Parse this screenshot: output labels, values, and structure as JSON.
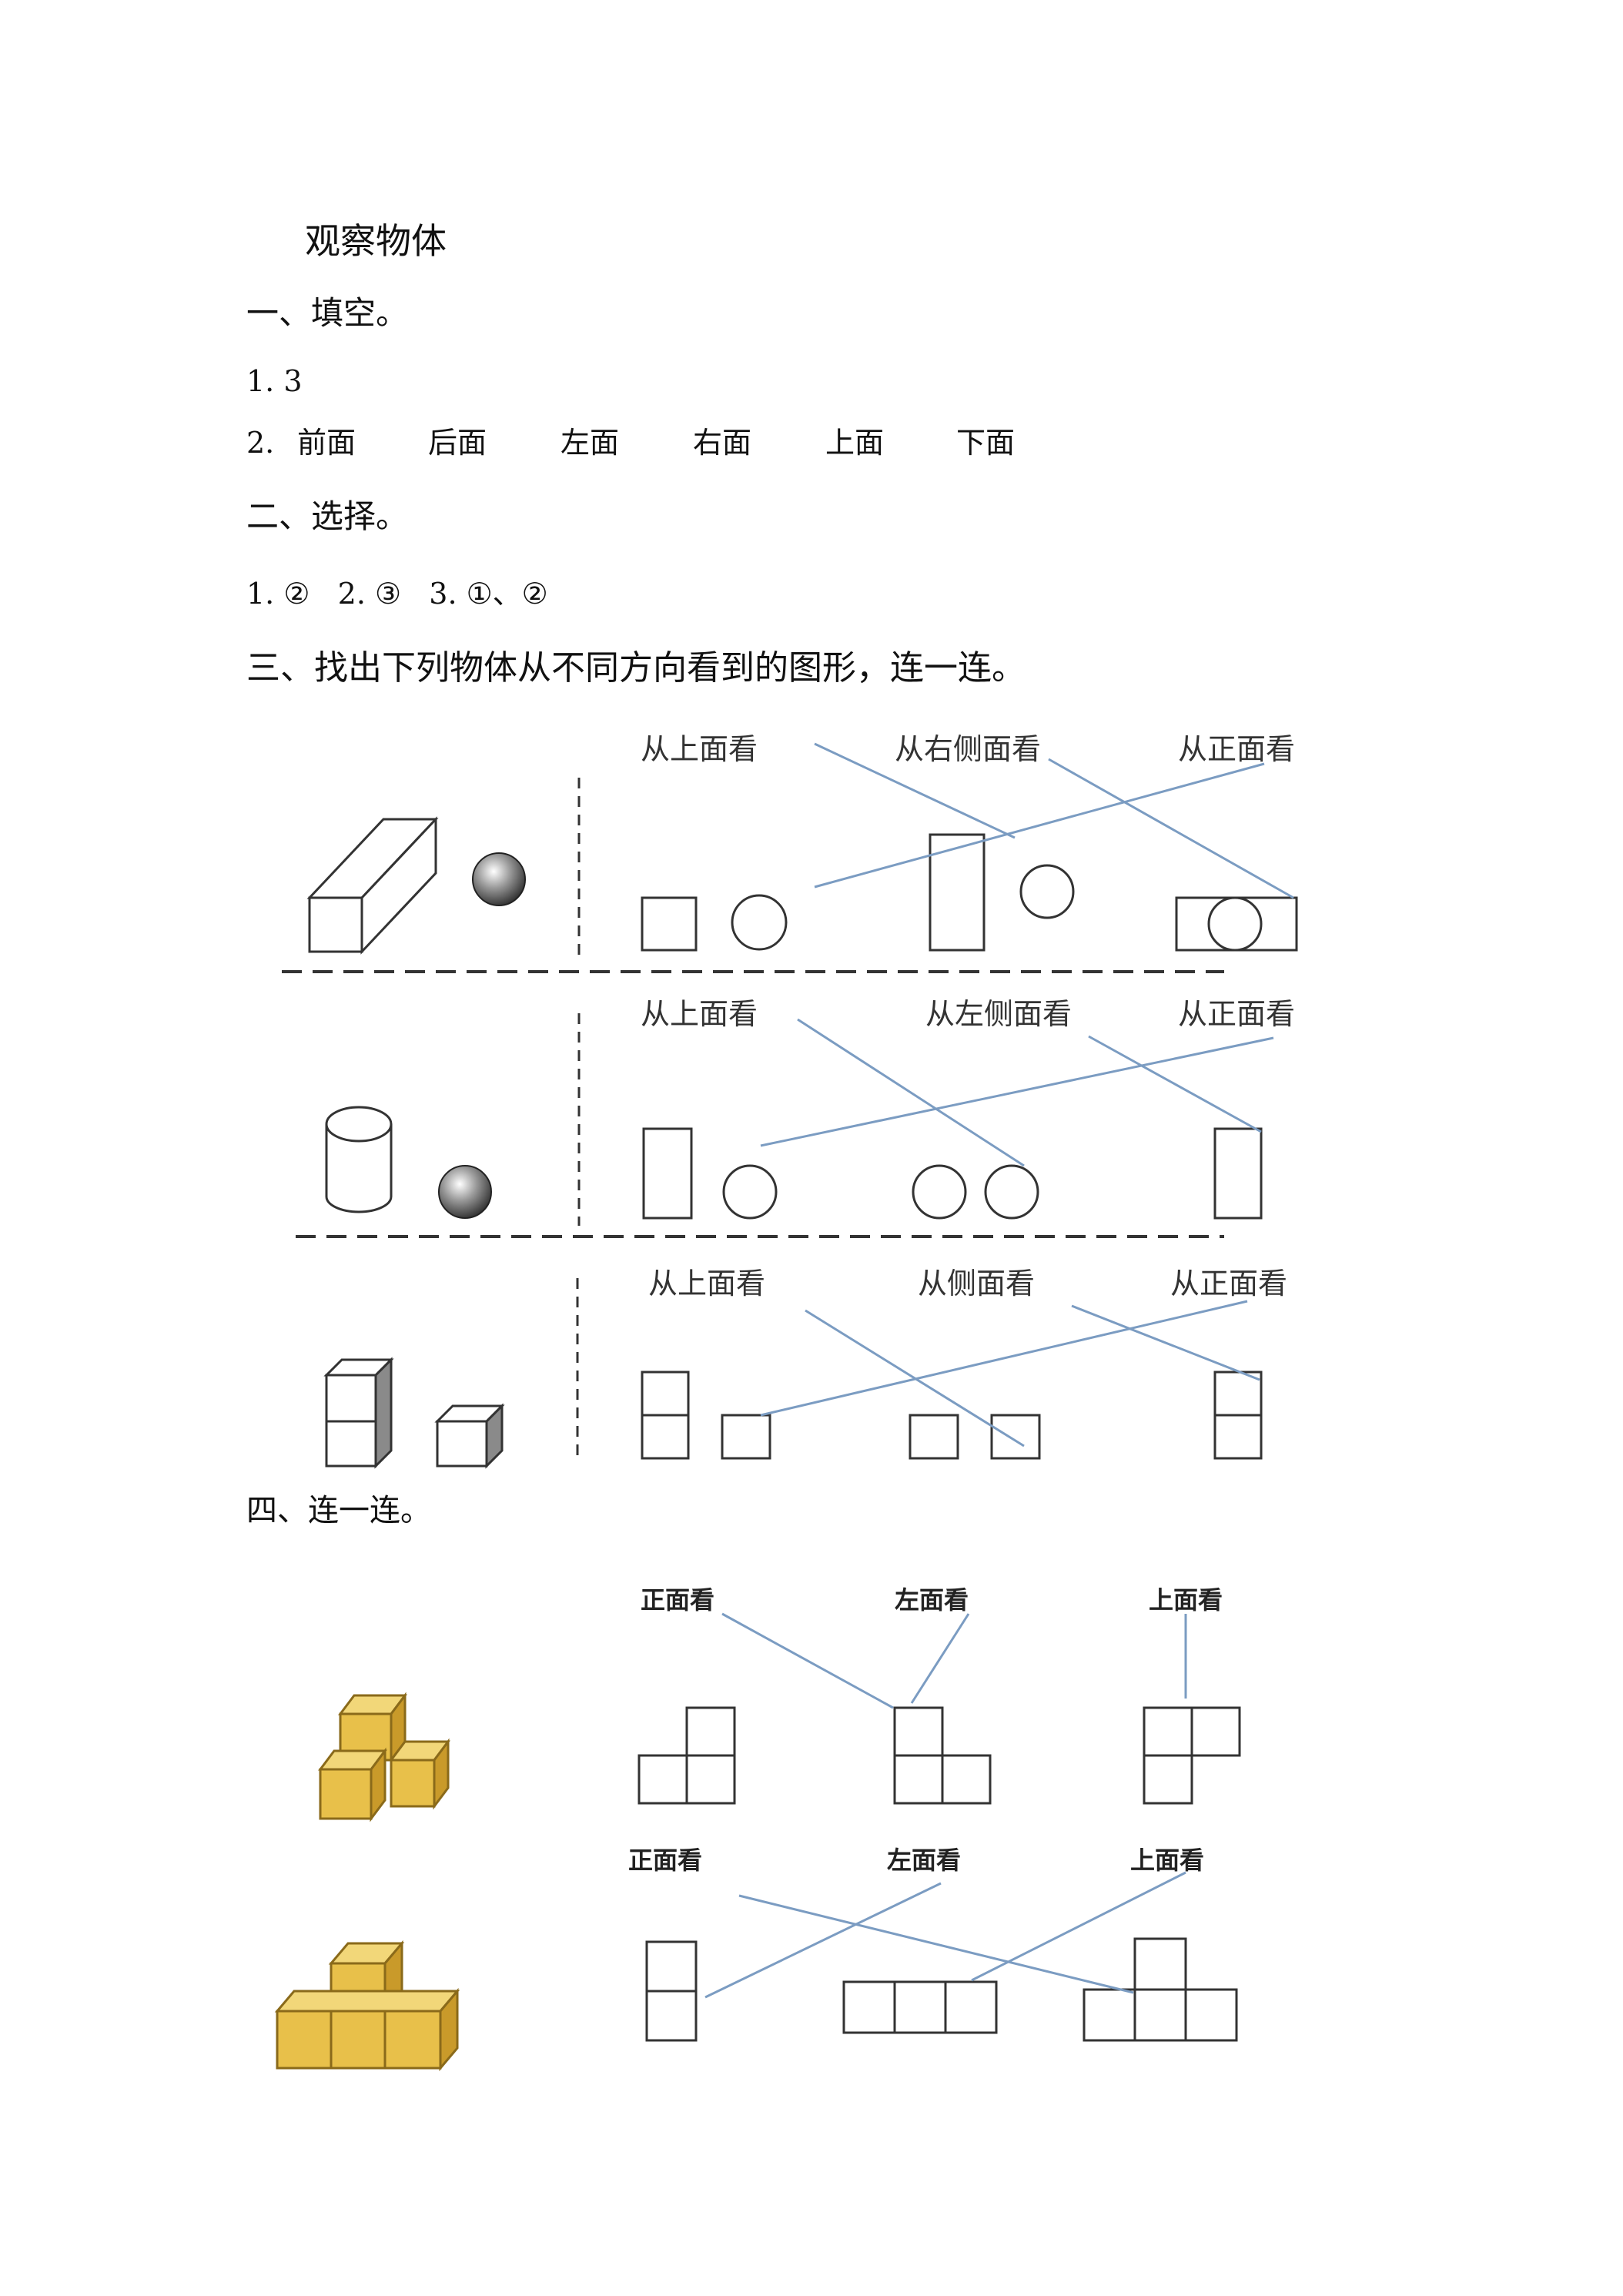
{
  "title": "观察物体",
  "section1": {
    "heading": "一、填空。",
    "q1": "1. 3",
    "q2_num": "2.",
    "q2_answers": [
      "前面",
      "后面",
      "左面",
      "右面",
      "上面",
      "下面"
    ]
  },
  "section2": {
    "heading": "二、选择。",
    "answers": "1. ②   2. ③   3. ①、②"
  },
  "section3": {
    "heading": "三、找出下列物体从不同方向看到的图形，连一连。",
    "row1_labels": [
      "从上面看",
      "从右侧面看",
      "从正面看"
    ],
    "row2_labels": [
      "从上面看",
      "从左侧面看",
      "从正面看"
    ],
    "row3_labels": [
      "从上面看",
      "从侧面看",
      "从正面看"
    ]
  },
  "section4": {
    "heading": "四、连一连。",
    "row1_labels": [
      "正面看",
      "左面看",
      "上面看"
    ],
    "row2_labels": [
      "正面看",
      "左面看",
      "上面看"
    ]
  },
  "colors": {
    "connector": "#7b9cc2",
    "cube_gold": "#e8c04a"
  }
}
